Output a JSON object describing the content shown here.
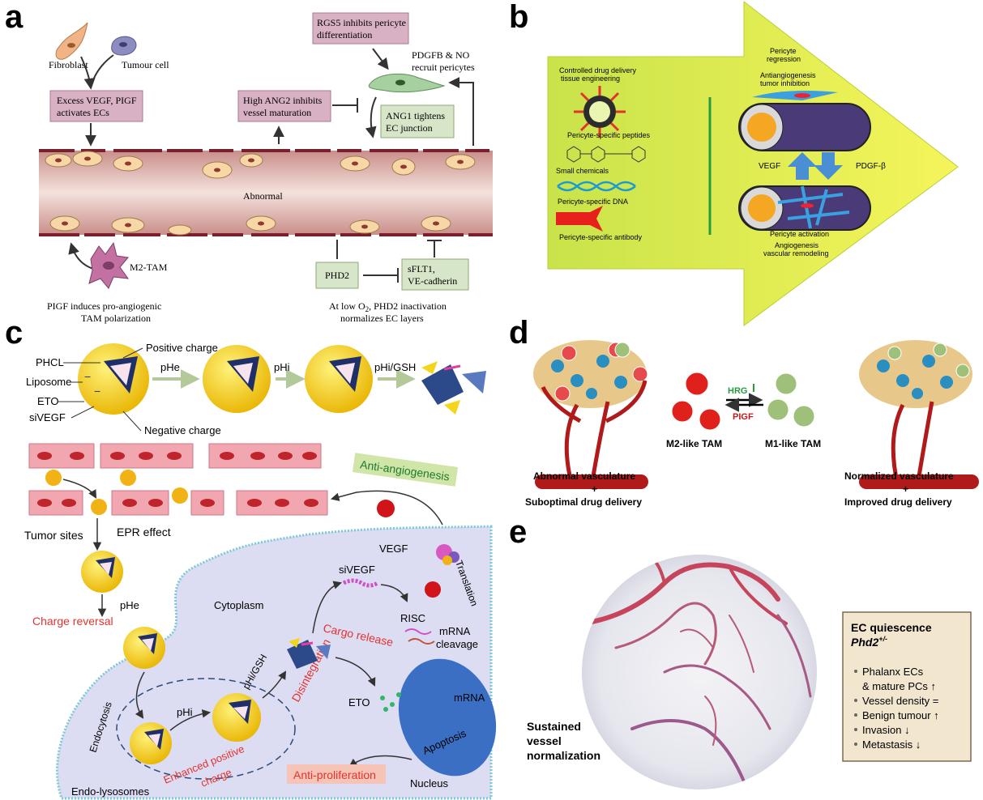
{
  "panels": {
    "a": {
      "letter": "a",
      "fibroblast": "Fibroblast",
      "tumour_cell": "Tumour cell",
      "rgs5": [
        "RGS5 inhibits pericyte",
        "differentiation"
      ],
      "pdgfb": [
        "PDGFB & NO",
        "recruit pericytes"
      ],
      "vegf_box": [
        "Excess VEGF, PIGF",
        "activates ECs"
      ],
      "ang2_box": [
        "High ANG2 inhibits",
        "vessel maturation"
      ],
      "ang1_box": [
        "ANG1 tightens",
        "EC junction"
      ],
      "vessel_label": "Abnormal",
      "m2_tam": "M2-TAM",
      "phd2": "PHD2",
      "sflt1": [
        "sFLT1,",
        "VE-cadherin"
      ],
      "pigf_caption": [
        "PIGF induces pro-angiogenic",
        "TAM polarization"
      ],
      "low_o2_caption_prefix": "At low O",
      "low_o2_caption_sub": "2",
      "low_o2_caption_suffix": ", PHD2 inactivation",
      "low_o2_caption_2": "normalizes EC layers"
    },
    "b": {
      "letter": "b",
      "drug_delivery": [
        "Controlled drug delivery",
        "tissue engineering"
      ],
      "peptides": "Pericyte-specific peptides",
      "small_chem": "Small chemicals",
      "dna": "Pericyte-specific DNA",
      "antibody": "Pericyte-specific antibody",
      "regression": [
        "Pericyte",
        "regression"
      ],
      "antiangio": [
        "Antiangiogenesis",
        "tumor inhibition"
      ],
      "vegf": "VEGF",
      "pdgf": "PDGF-β",
      "activation": "Pericyte activation",
      "angiogenesis": [
        "Angiogenesis",
        "vascular remodeling"
      ]
    },
    "c": {
      "letter": "c",
      "phcl": "PHCL",
      "liposome": "Liposome",
      "eto_top": "ETO",
      "sivegf_top": "siVEGF",
      "positive_charge": "Positive charge",
      "negative_charge": "Negative charge",
      "phe_1": "pHe",
      "phi_1": "pHi",
      "phi_gsh_1": "pHi/GSH",
      "anti_angiogenesis": "Anti-angiogenesis",
      "tumor_sites": "Tumor sites",
      "epr_effect": "EPR effect",
      "vegf": "VEGF",
      "translation": "Translation",
      "sivegf_mid": "siVEGF",
      "phe_2": "pHe",
      "charge_reversal": "Charge reversal",
      "cytoplasm": "Cytoplasm",
      "risc": "RISC",
      "mrna_cleavage": [
        "mRNA",
        "cleavage"
      ],
      "cargo_release": "Cargo release",
      "phi_gsh_2": "pHi/GSH",
      "disintegration": "Disintegration",
      "endocytosis": "Endocytosis",
      "phi_2": "pHi",
      "eto_mid": "ETO",
      "mrna": "mRNA",
      "apoptosis": "Apoptosis",
      "enhanced": [
        "Enhanced positive",
        "charge"
      ],
      "anti_proliferation": "Anti-proliferation",
      "endo_lysosomes": "Endo-lysosomes",
      "nucleus": "Nucleus"
    },
    "d": {
      "letter": "d",
      "hrg": "HRG",
      "pigf": "PIGF",
      "m2_like": "M2-like TAM",
      "m1_like": "M1-like TAM",
      "abnormal": [
        "Abnormal vasculature",
        "+",
        "Suboptimal drug delivery"
      ],
      "normalized": [
        "Normalized vasculature",
        "+",
        "Improved drug delivery"
      ]
    },
    "e": {
      "letter": "e",
      "sustained": [
        "Sustained",
        "vessel",
        "normalization"
      ],
      "box_title": "EC quiescence",
      "box_gene": "Phd2",
      "box_gene_sup": "+/-",
      "bullets": [
        "Phalanx ECs",
        "& mature PCs ↑",
        "Vessel density =",
        "Benign tumour ↑",
        "Invasion ↓",
        "Metastasis ↓"
      ]
    }
  },
  "colors": {
    "box_pink": "#d9b1c5",
    "box_green": "#d7e6c8",
    "vessel": "#e8c9c4",
    "arrow_b": "#e4f25a",
    "cell_blue": "#dcdcf2",
    "tag_pink": "#f5c4b6",
    "tag_green": "#cfe6a8",
    "box_e": "#f2e6cf"
  }
}
